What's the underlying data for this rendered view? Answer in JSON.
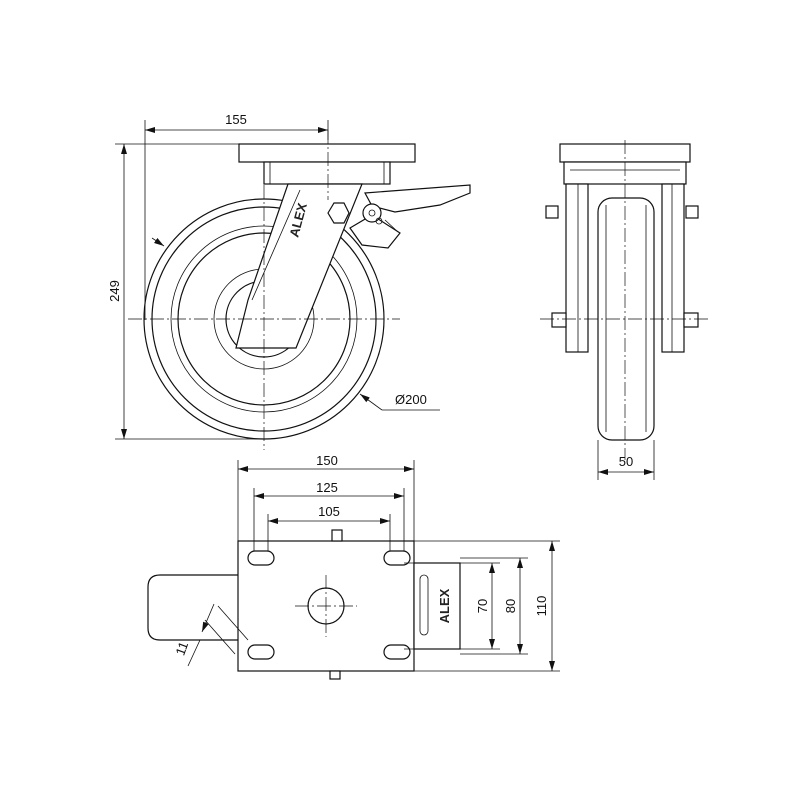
{
  "dimensions": {
    "offset": "155",
    "height": "249",
    "diameter": "Ø200",
    "wheel_width": "50",
    "plate_width": "150",
    "hole_spacing_outer": "125",
    "hole_spacing_inner": "105",
    "slot_size": "11",
    "hole_spacing_small": "70",
    "hole_spacing_medium": "80",
    "plate_depth": "110"
  },
  "labels": {
    "brand": "ALEX"
  },
  "colors": {
    "line": "#111111",
    "background": "#ffffff"
  }
}
